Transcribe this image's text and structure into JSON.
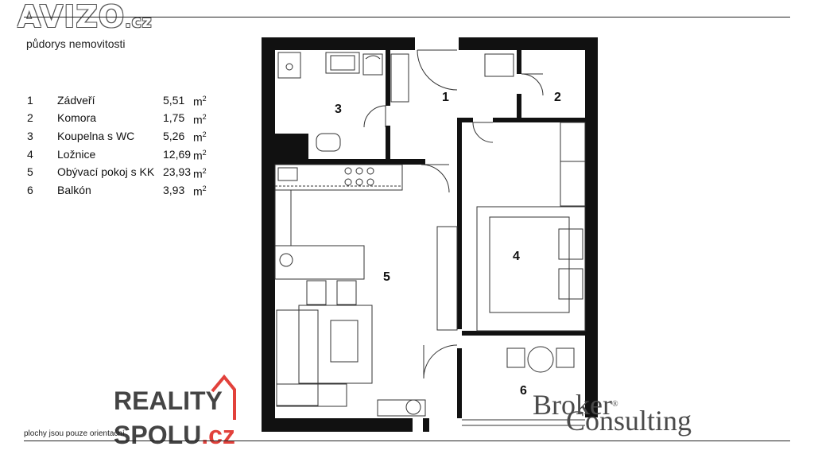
{
  "header": {
    "logo_main": "AVIZO",
    "logo_tld": ".cz",
    "subtitle": "půdorys nemovitosti"
  },
  "rooms": [
    {
      "num": "1",
      "name": "Zádveří",
      "area": "5,51",
      "unit": "m",
      "exp": "2"
    },
    {
      "num": "2",
      "name": "Komora",
      "area": "1,75",
      "unit": "m",
      "exp": "2"
    },
    {
      "num": "3",
      "name": "Koupelna s WC",
      "area": "5,26",
      "unit": "m",
      "exp": "2"
    },
    {
      "num": "4",
      "name": "Ložnice",
      "area": "12,69",
      "unit": "m",
      "exp": "2"
    },
    {
      "num": "5",
      "name": "Obývací pokoj s KK",
      "area": "23,93",
      "unit": "m",
      "exp": "2"
    },
    {
      "num": "6",
      "name": "Balkón",
      "area": "3,93",
      "unit": "m",
      "exp": "2"
    }
  ],
  "footer": {
    "note": "plochy jsou pouze orientační",
    "reality_line1": "REALITY",
    "reality_line2": "SPOLU",
    "reality_tld": ".cz",
    "broker_line1": "Broker",
    "broker_line2": "Consulting",
    "broker_reg": "®"
  },
  "colors": {
    "wall": "#111111",
    "accent_red": "#e2413b",
    "logo_gray": "#444444"
  }
}
